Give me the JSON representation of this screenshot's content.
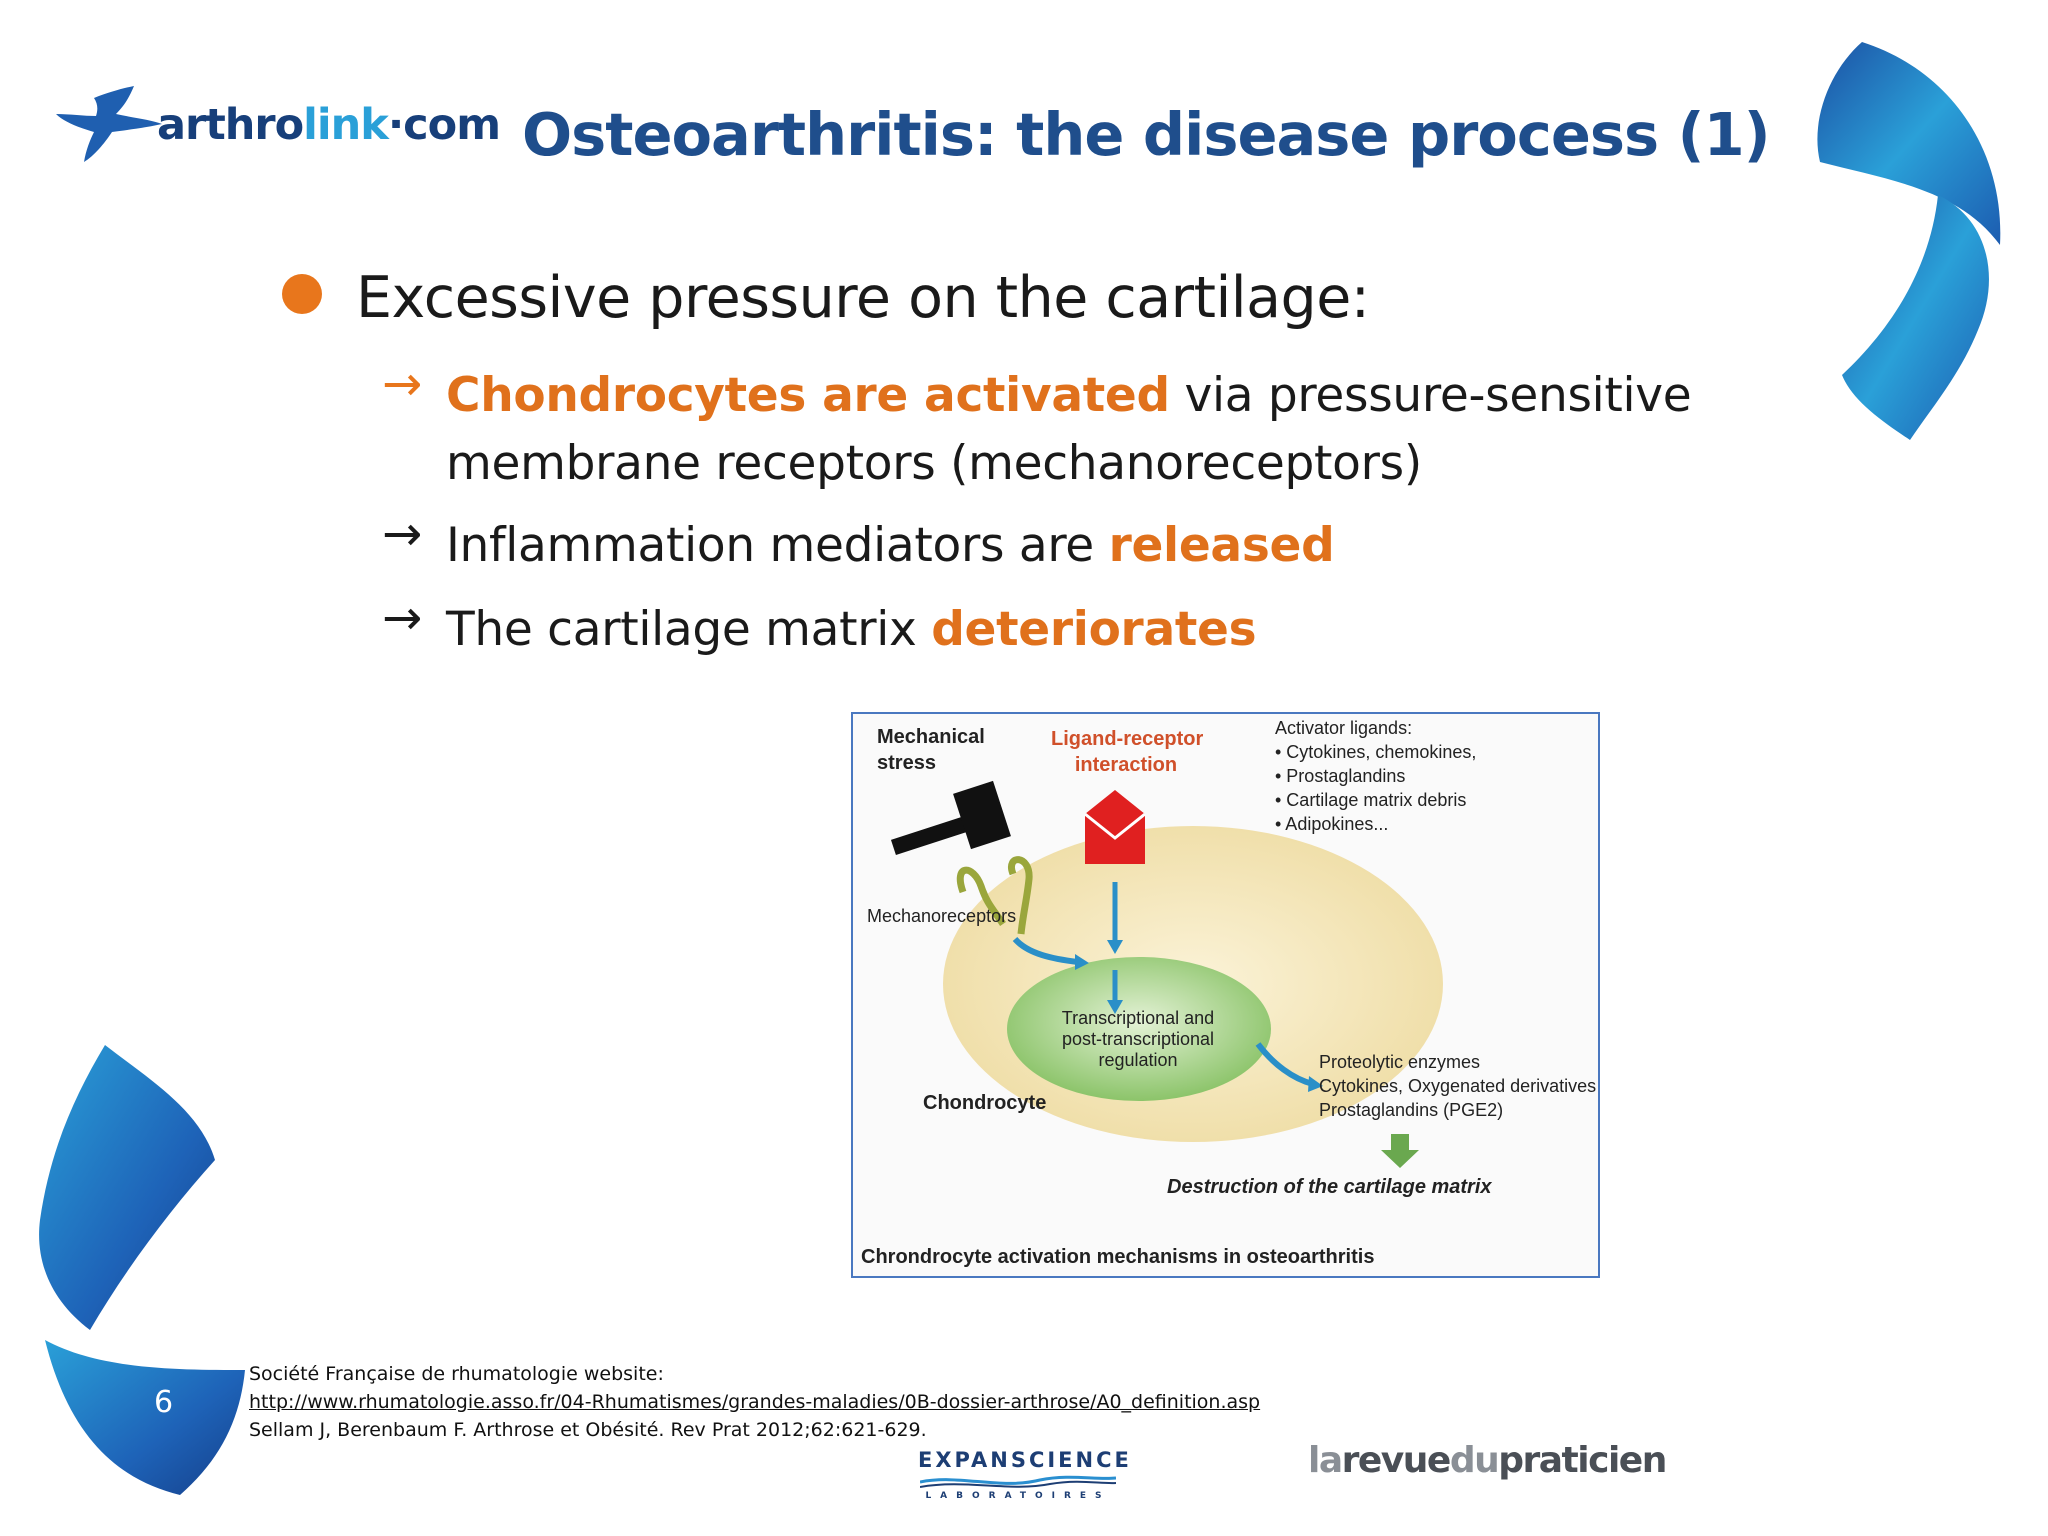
{
  "header": {
    "logo_text_a": "arthro",
    "logo_text_b": "link",
    "logo_text_c": "·com",
    "title": "Osteoarthritis: the disease process (1)"
  },
  "content": {
    "bullet": "Excessive pressure on the cartilage:",
    "points": [
      {
        "highlight": "Chondrocytes are activated",
        "rest": " via pressure-sensitive",
        "line2": "membrane receptors (mechanoreceptors)"
      },
      {
        "prefix": "Inflammation mediators are ",
        "highlight": "released"
      },
      {
        "prefix": "The cartilage matrix ",
        "highlight": "deteriorates"
      }
    ]
  },
  "figure": {
    "mechanical_stress_1": "Mechanical",
    "mechanical_stress_2": "stress",
    "ligand_1": "Ligand-receptor",
    "ligand_2": "interaction",
    "activator_title": "Activator ligands:",
    "activator_items": [
      "• Cytokines, chemokines,",
      "• Prostaglandins",
      "• Cartilage matrix debris",
      "• Adipokines..."
    ],
    "mechanoreceptors": "Mechanoreceptors",
    "nucleus_1": "Transcriptional and",
    "nucleus_2": "post-transcriptional",
    "nucleus_3": "regulation",
    "chondrocyte": "Chondrocyte",
    "outputs": [
      "Proteolytic enzymes",
      "Cytokines, Oxygenated derivatives",
      "Prostaglandins (PGE2)"
    ],
    "destruction": "Destruction of the cartilage matrix",
    "caption": "Chrondrocyte activation mechanisms in osteoarthritis"
  },
  "footer": {
    "page_number": "6",
    "ref_1": "Société Française de rhumatologie website:",
    "ref_link": "http://www.rhumatologie.asso.fr/04-Rhumatismes/grandes-maladies/0B-dossier-arthrose/A0_definition.asp",
    "ref_2": "Sellam J, Berenbaum F. Arthrose et Obésité. Rev Prat 2012;62:621-629.",
    "expanscience_name": "EXPANSCIENCE",
    "expanscience_sub": "LABORATOIRES",
    "revue_a": "la",
    "revue_b": "revue",
    "revue_c": "du",
    "revue_d": "praticien"
  },
  "colors": {
    "title_blue": "#1f4e8c",
    "accent_orange": "#e0711c",
    "deco_blue": "#2a8fd0"
  }
}
